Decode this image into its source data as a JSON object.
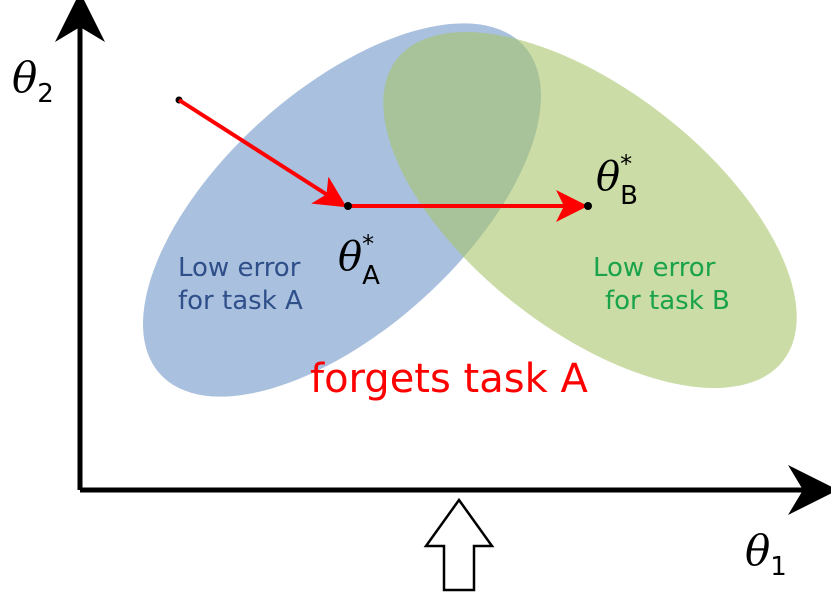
{
  "axes": {
    "x_label": "θ",
    "x_sub": "1",
    "y_label": "θ",
    "y_sub": "2"
  },
  "regions": {
    "task_a": {
      "line1": "Low error",
      "line2": "for task A",
      "color": "#6f96c8",
      "text_color": "#2f4f8a"
    },
    "task_b": {
      "line1": "Low error",
      "line2": "for task B",
      "color": "#b7cf7e",
      "text_color": "#1aa34a"
    }
  },
  "optima": {
    "a": {
      "symbol": "θ",
      "sup": "*",
      "sub": "A"
    },
    "b": {
      "symbol": "θ",
      "sup": "*",
      "sub": "B"
    }
  },
  "path": {
    "color": "#ff0000"
  },
  "caption": {
    "text": "forgets task A",
    "color": "#ff0000"
  }
}
